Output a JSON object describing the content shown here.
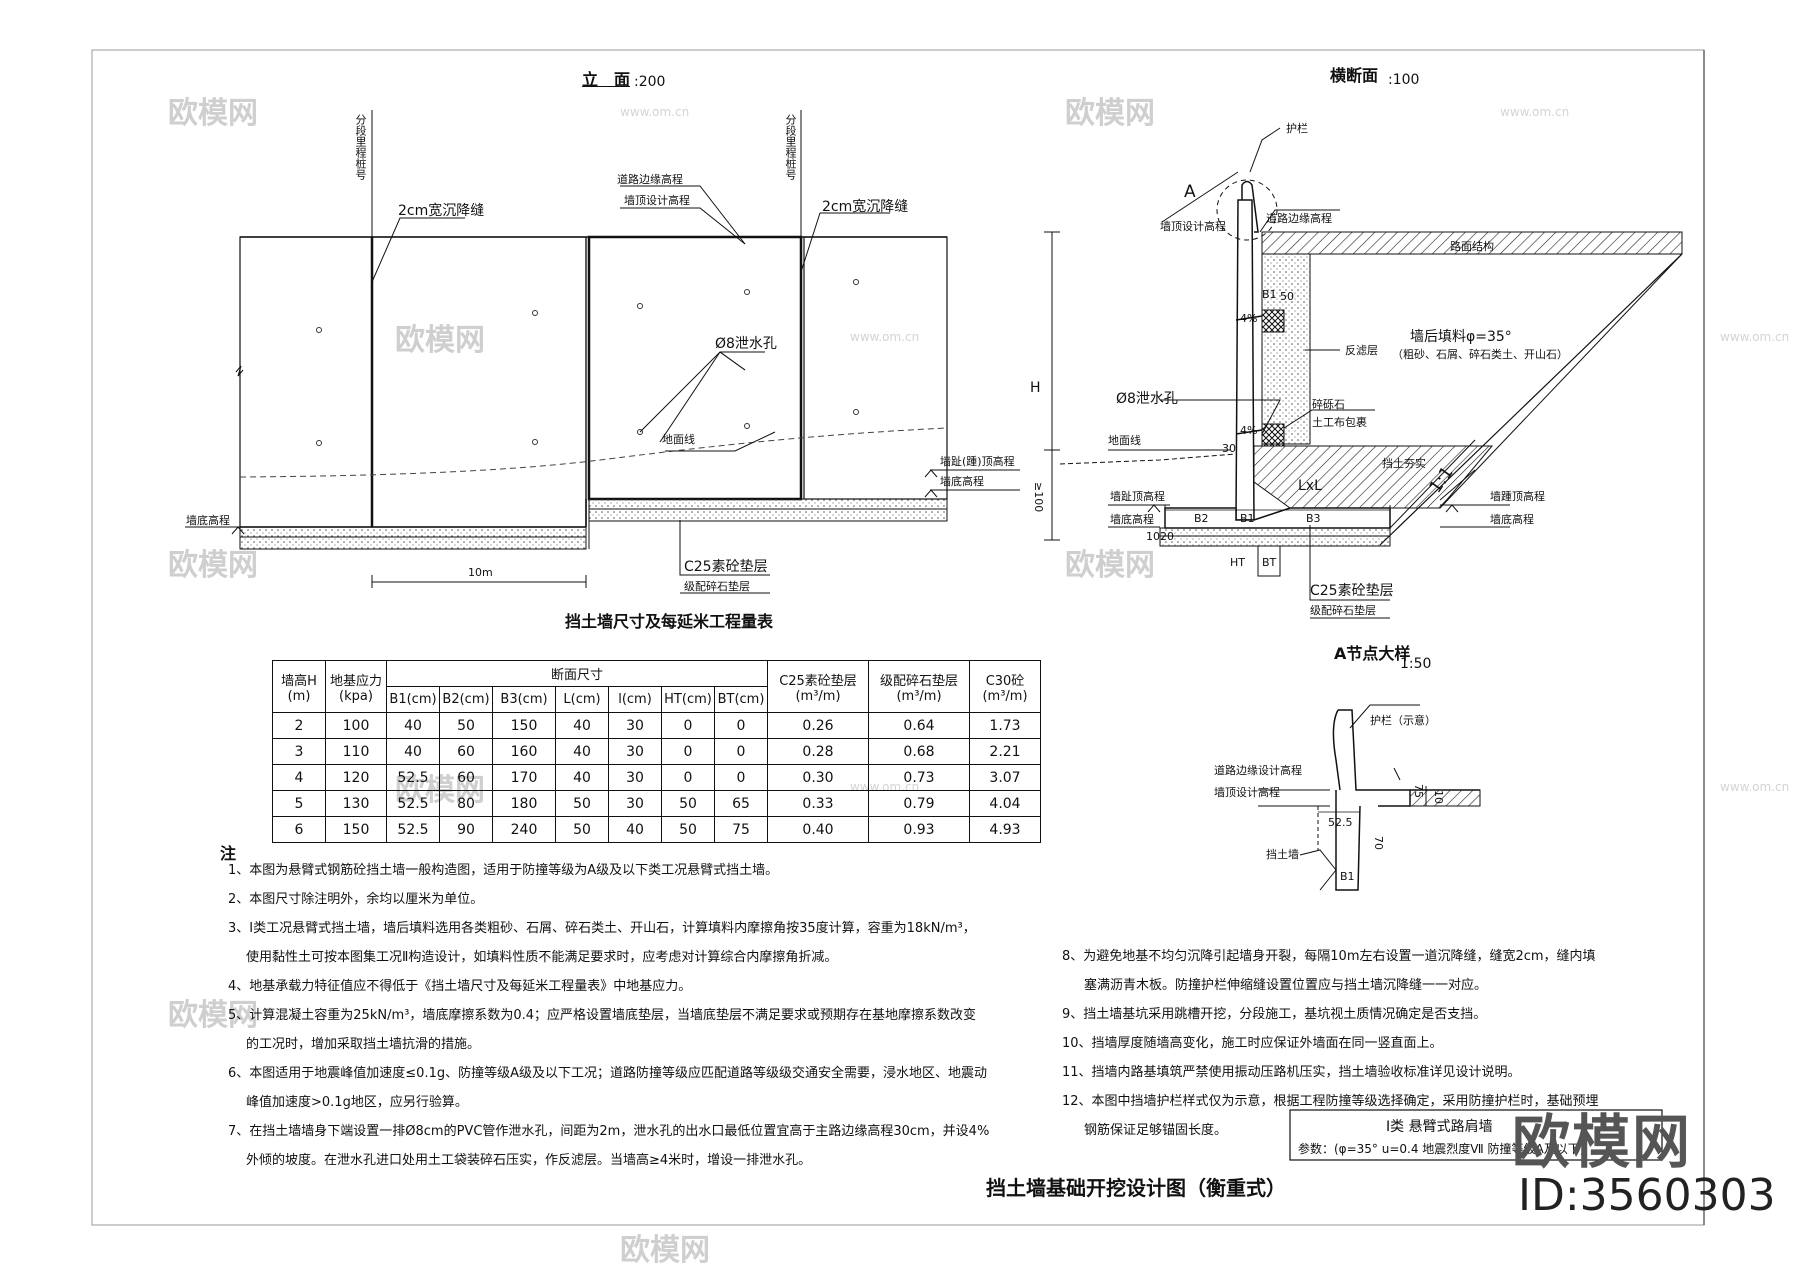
{
  "elevation": {
    "title": "立　面",
    "scale": ":200",
    "label_joint_left": "2cm宽沉降缝",
    "label_joint_right": "2cm宽沉降缝",
    "label_road_edge": "道路边缘高程",
    "label_wall_top": "墙顶设计高程",
    "label_drain": "Ø8泄水孔",
    "label_ground": "地面线",
    "label_toe_top": "墙趾(踵)顶高程",
    "label_bottom_left": "墙底高程",
    "label_bottom_right": "墙底高程",
    "label_c25": "C25素砼垫层",
    "label_gravel": "级配碎石垫层",
    "label_10m": "10m",
    "label_div_left": "分段里程桩号",
    "label_div_right": "分段里程桩号"
  },
  "section": {
    "title": "横断面",
    "scale": ":100",
    "label_a": "A",
    "label_guard": "护栏",
    "label_wall_top": "墙顶设计高程",
    "label_road_edge": "道路边缘高程",
    "label_pavement": "路面结构",
    "label_fill": "墙后填料φ=35°",
    "label_fill2": "（粗砂、石屑、碎石类土、开山石）",
    "label_filter": "反滤层",
    "label_b1": "B1",
    "label_50": "50",
    "label_4pct": "4%",
    "label_4pct2": "4%",
    "label_drain": "Ø8泄水孔",
    "label_gravel_bag": "碎砾石",
    "label_geo_bag": "土工布包裹",
    "label_ground": "地面线",
    "label_compact": "挡土夯实",
    "label_lxl": "LxL",
    "label_slope": "1:1",
    "label_heel_top": "墙趾顶高程",
    "label_heel_top_r": "墙踵顶高程",
    "label_bottom": "墙底高程",
    "label_bottom_r": "墙底高程",
    "label_b2": "B2",
    "label_b3": "B3",
    "label_h": "H",
    "label_ge100": "≥100",
    "label_30": "30",
    "label_20": "20",
    "label_10": "10",
    "label_c25": "C25素砼垫层",
    "label_gravel": "级配碎石垫层",
    "label_ht": "HT",
    "label_bt": "BT"
  },
  "detail": {
    "title": "A节点大样",
    "scale": "1:50",
    "label_guard": "护栏（示意）",
    "label_road_edge": "道路边缘设计高程",
    "label_wall_top": "墙顶设计高程",
    "label_wall": "挡土墙",
    "label_52_5": "52.5",
    "label_b1": "B1",
    "label_70": "70",
    "label_75": "75",
    "label_10": "10"
  },
  "table": {
    "title": "挡土墙尺寸及每延米工程量表",
    "headers": {
      "h": "墙高H\n(m)",
      "p": "地基应力\n(kpa)",
      "sec": "断面尺寸",
      "c25": "C25素砼垫层\n(m³/m)",
      "gravel": "级配碎石垫层\n(m³/m)",
      "c30": "C30砼\n(m³/m)",
      "cols": [
        "B1(cm)",
        "B2(cm)",
        "B3(cm)",
        "L(cm)",
        "l(cm)",
        "HT(cm)",
        "BT(cm)"
      ]
    },
    "rows": [
      [
        "2",
        "100",
        "40",
        "50",
        "150",
        "40",
        "30",
        "0",
        "0",
        "0.26",
        "0.64",
        "1.73"
      ],
      [
        "3",
        "110",
        "40",
        "60",
        "160",
        "40",
        "30",
        "0",
        "0",
        "0.28",
        "0.68",
        "2.21"
      ],
      [
        "4",
        "120",
        "52.5",
        "60",
        "170",
        "40",
        "30",
        "0",
        "0",
        "0.30",
        "0.73",
        "3.07"
      ],
      [
        "5",
        "130",
        "52.5",
        "80",
        "180",
        "50",
        "30",
        "50",
        "65",
        "0.33",
        "0.79",
        "4.04"
      ],
      [
        "6",
        "150",
        "52.5",
        "90",
        "240",
        "50",
        "40",
        "50",
        "75",
        "0.40",
        "0.93",
        "4.93"
      ]
    ]
  },
  "notes": {
    "head": "注",
    "left": [
      "1、本图为悬臂式钢筋砼挡土墙一般构造图，适用于防撞等级为A级及以下类工况悬臂式挡土墙。",
      "2、本图尺寸除注明外，余均以厘米为单位。",
      "3、Ⅰ类工况悬臂式挡土墙，墙后填料选用各类粗砂、石屑、碎石类土、开山石，计算填料内摩擦角按35度计算，容重为18kN/m³，",
      "使用黏性土可按本图集工况Ⅱ构造设计，如填料性质不能满足要求时，应考虑对计算综合内摩擦角折减。",
      "4、地基承载力特征值应不得低于《挡土墙尺寸及每延米工程量表》中地基应力。",
      "5、计算混凝土容重为25kN/m³，墙底摩擦系数为0.4；应严格设置墙底垫层，当墙底垫层不满足要求或预期存在基地摩擦系数改变",
      "的工况时，增加采取挡土墙抗滑的措施。",
      "6、本图适用于地震峰值加速度≤0.1g、防撞等级A级及以下工况；道路防撞等级应匹配道路等级级交通安全需要，浸水地区、地震动",
      "峰值加速度>0.1g地区，应另行验算。",
      "7、在挡土墙墙身下端设置一排Ø8cm的PVC管作泄水孔，间距为2m，泄水孔的出水口最低位置宜高于主路边缘高程30cm，并设4%",
      "外倾的坡度。在泄水孔进口处用土工袋装碎石压实，作反滤层。当墙高≥4米时，增设一排泄水孔。"
    ],
    "right": [
      "8、为避免地基不均匀沉降引起墙身开裂，每隔10m左右设置一道沉降缝，缝宽2cm，缝内填",
      "塞满沥青木板。防撞护栏伸缩缝设置位置应与挡土墙沉降缝一一对应。",
      "9、挡土墙基坑采用跳槽开挖，分段施工，基坑视土质情况确定是否支挡。",
      "10、挡墙厚度随墙高变化，施工时应保证外墙面在同一竖直面上。",
      "11、挡墙内路基填筑严禁使用振动压路机压实，挡土墙验收标准详见设计说明。",
      "12、本图中挡墙护栏样式仅为示意，根据工程防撞等级选择确定，采用防撞护栏时，基础预埋",
      "钢筋保证足够锚固长度。"
    ]
  },
  "sheet": {
    "title": "挡土墙基础开挖设计图（衡重式）",
    "box_title": "Ⅰ类 悬臂式路肩墙",
    "box_params": "参数：(φ=35°  u=0.4  地震烈度Ⅶ  防撞等级A及以下)"
  },
  "watermark": {
    "brand": "欧模网",
    "id": "ID:3560303",
    "site": "www.om.cn"
  }
}
